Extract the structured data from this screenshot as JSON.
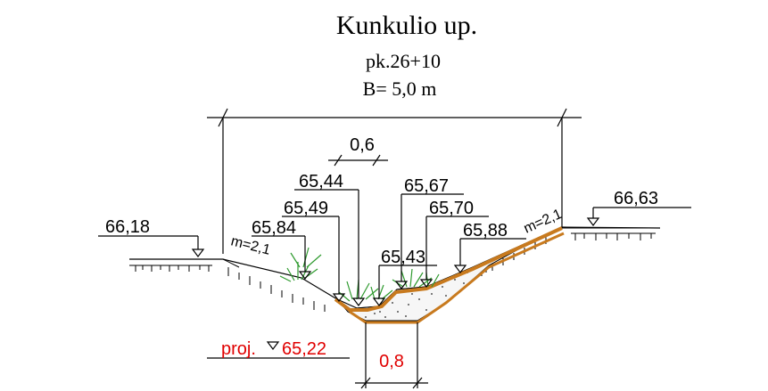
{
  "header": {
    "title": "Kunkulio up.",
    "station": "pk.26+10",
    "width": "B= 5,0 m"
  },
  "dimensions": {
    "top_width": "0,6",
    "bottom_width": "0,8"
  },
  "levels": {
    "left_bank": "66,18",
    "right_bank": "66,63",
    "l1": "65,84",
    "l2": "65,49",
    "l3": "65,44",
    "c1": "65,43",
    "r1": "65,67",
    "r2": "65,70",
    "r3": "65,88"
  },
  "slopes": {
    "left": "m=2,1",
    "right": "m=2,1"
  },
  "project": {
    "label": "proj.",
    "level": "65,22"
  },
  "colors": {
    "design_line": "#c87a1e",
    "project_text": "#e00000",
    "vegetation": "#2e9a2e",
    "fill_dots": "#555555"
  }
}
